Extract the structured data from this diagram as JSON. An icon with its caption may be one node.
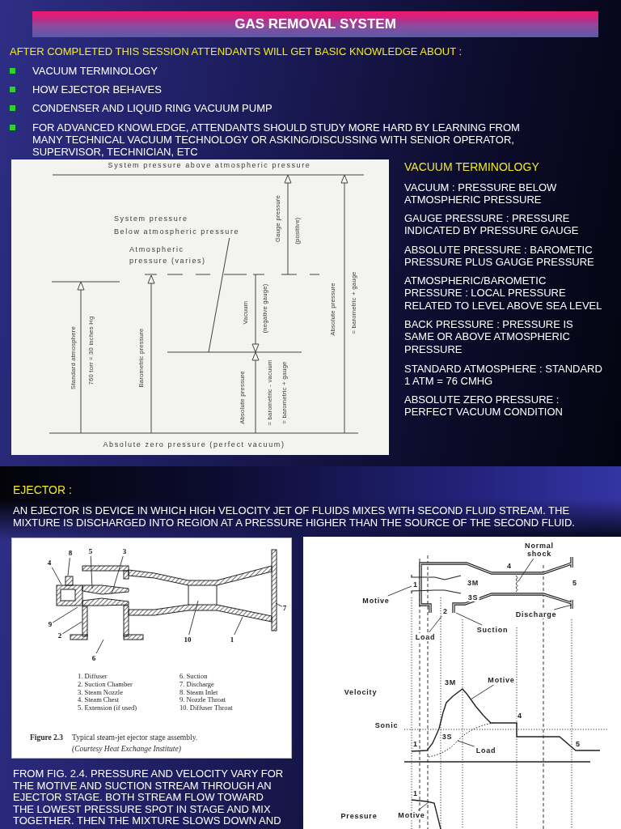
{
  "diagram": {
    "title": "GAS REMOVAL SYSTEM",
    "nodes": [
      {
        "text": [
          "System pressure",
          "Below atmospheric pressure"
        ]
      },
      {
        "text": [
          "4"
        ]
      },
      {
        "text": [
          "8"
        ]
      },
      {
        "text": [
          "5"
        ]
      },
      {
        "text": [
          "3"
        ]
      },
      {
        "text": [
          "9"
        ]
      },
      {
        "text": [
          "2"
        ]
      },
      {
        "text": [
          "6"
        ]
      },
      {
        "text": [
          "10"
        ]
      },
      {
        "text": [
          "1"
        ]
      },
      {
        "text": [
          "7"
        ]
      },
      {
        "text": [
          "Normal shock"
        ]
      },
      {
        "text": [
          "Motive"
        ]
      },
      {
        "text": [
          "1"
        ]
      },
      {
        "text": [
          "2"
        ]
      },
      {
        "text": [
          "Discharge"
        ]
      },
      {
        "text": [
          "Suction"
        ]
      },
      {
        "text": [
          "Load"
        ]
      },
      {
        "text": [
          "Motive"
        ]
      },
      {
        "text": [
          "Load"
        ]
      },
      {
        "text": [
          "Motive"
        ]
      },
      {
        "text": [],
        "shape": "line"
      },
      {
        "text": [],
        "shape": "picture"
      },
      {
        "text": [],
        "shape": "line"
      },
      {
        "text": [],
        "shape": "line"
      },
      {
        "text": [],
        "shape": "line"
      }
    ],
    "edges": [
      {
        "from": 0,
        "to": null,
        "arrow": "none"
      },
      {
        "from": 1,
        "to": null,
        "arrow": "none"
      },
      {
        "from": 2,
        "to": null,
        "arrow": "none"
      },
      {
        "from": 3,
        "to": null,
        "arrow": "none"
      },
      {
        "from": 4,
        "to": null,
        "arrow": "none"
      },
      {
        "from": 5,
        "to": null,
        "arrow": "none"
      },
      {
        "from": 6,
        "to": null,
        "arrow": "none"
      },
      {
        "from": 7,
        "to": null,
        "arrow": "none"
      },
      {
        "from": 8,
        "to": null,
        "arrow": "none"
      },
      {
        "from": 9,
        "to": null,
        "arrow": "none"
      },
      {
        "from": 10,
        "to": null,
        "arrow": "none"
      },
      {
        "from": 11,
        "to": 21,
        "arrow": "none"
      },
      {
        "from": 12,
        "to": 13,
        "arrow": "none"
      },
      {
        "from": 15,
        "to": 22,
        "arrow": "none"
      },
      {
        "from": 16,
        "to": 22,
        "arrow": "none"
      },
      {
        "from": 17,
        "to": 14,
        "arrow": "none"
      },
      {
        "from": 18,
        "to": 23,
        "arrow": "none"
      },
      {
        "from": 19,
        "to": 24,
        "arrow": "none"
      },
      {
        "from": 20,
        "to": 25,
        "arrow": "none"
      }
    ],
    "labels": [
      "AFTER COMPLETED THIS SESSION ATTENDANTS WILL GET BASIC KNOWLEDGE ABOUT :",
      "VACUUM TERMINOLOGY",
      "HOW EJECTOR BEHAVES",
      "CONDENSER AND LIQUID RING VACUUM PUMP",
      "FOR ADVANCED KNOWLEDGE, ATTENDANTS SHOULD STUDY MORE HARD BY LEARNING FROM MANY TECHNICAL VACUUM TECHNOLOGY OR ASKING/DISCUSSING WITH SENIOR OPERATOR, SUPERVISOR, TECHNICIAN, ETC",
      "System pressure above atmospheric pressure",
      "Atmospheric pressure (varies)",
      "Gauge pressure",
      "(positive)",
      "Standard atmosphere",
      "760 torr = 30 inches Hg",
      "Barometric pressure",
      "Vacuum",
      "(negative gauge)",
      "Absolute pressure",
      "= barometric + gauge",
      "Absolute pressure",
      "= barometric - vacuum",
      "= barometric + gauge",
      "Absolute zero pressure (perfect vacuum)",
      "VACUUM TERMINOLOGY",
      "VACUUM : PRESSURE BELOW ATMOSPHERIC PRESSURE",
      "GAUGE PRESSURE : PRESSURE INDICATED BY PRESSURE GAUGE",
      "ABSOLUTE PRESSURE : BAROMETIC PRESSURE PLUS GAUGE PRESSURE",
      "ATMOSPHERIC/BAROMETIC PRESSURE : LOCAL PRESSURE RELATED TO LEVEL ABOVE SEA LEVEL",
      "BACK PRESSURE : PRESSURE IS SAME OR ABOVE ATMOSPHERIC PRESSURE",
      "STANDARD ATMOSPHERE : STANDARD 1 ATM = 76 CMHG",
      "ABSOLUTE ZERO PRESSURE : PERFECT VACUUM CONDITION",
      "EJECTOR :",
      "AN EJECTOR IS DEVICE IN WHICH HIGH VELOCITY JET OF FLUIDS MIXES WITH SECOND FLUID STREAM. THE MIXTURE IS DISCHARGED INTO REGION AT A PRESSURE HIGHER THAN THE SOURCE OF THE SECOND FLUID.",
      "1. Diffuser",
      "2. Suction Chamber",
      "3. Steam Nozzle",
      "4. Steam Chest",
      "5. Extension (if used)",
      "6. Suction",
      "7. Discharge",
      "8. Steam Inlet",
      "9. Nozzle Throat",
      "10. Diffuser Throat",
      "Figure 2.3",
      "Typical steam-jet ejector stage assembly.",
      "(Courtesy Heat Exchange Institute)",
      "4",
      "3M",
      "5",
      "3S",
      "3M",
      "Velocity",
      "4",
      "Sonic",
      "1",
      "3S",
      "5",
      "1",
      "Pressure",
      "FROM FIG. 2.4. PRESSURE AND VELOCITY VARY FOR THE MOTIVE AND SUCTION STREAM THROUGH AN EJECTOR STAGE. BOTH STREAM FLOW TOWARD THE LOWEST PRESSURE SPOT IN STAGE AND MIX TOGETHER. THEN THE MIXTURE SLOWS DOWN AND"
    ]
  }
}
